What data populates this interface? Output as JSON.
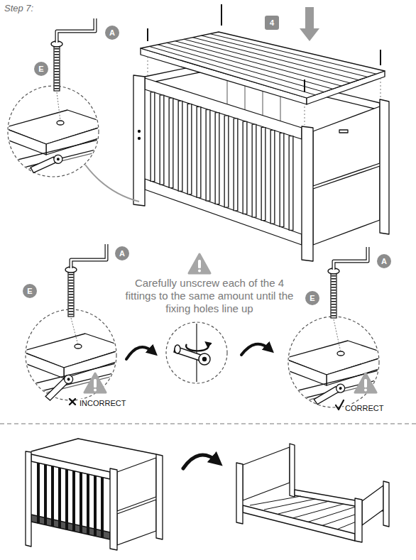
{
  "diagram": {
    "title": "Step 7:",
    "nodes": [
      {
        "text": [
          "A"
        ]
      },
      {
        "text": [
          "E"
        ]
      },
      {
        "text": [
          "4"
        ]
      },
      {
        "text": [
          "A"
        ]
      },
      {
        "text": [
          "E"
        ]
      },
      {
        "text": [
          "A"
        ]
      },
      {
        "text": [
          "E"
        ]
      }
    ],
    "labels": [
      "Carefully unscrew each of the 4 fittings to the same amount until the fixing holes line up",
      "INCORRECT",
      "CORRECT"
    ]
  }
}
